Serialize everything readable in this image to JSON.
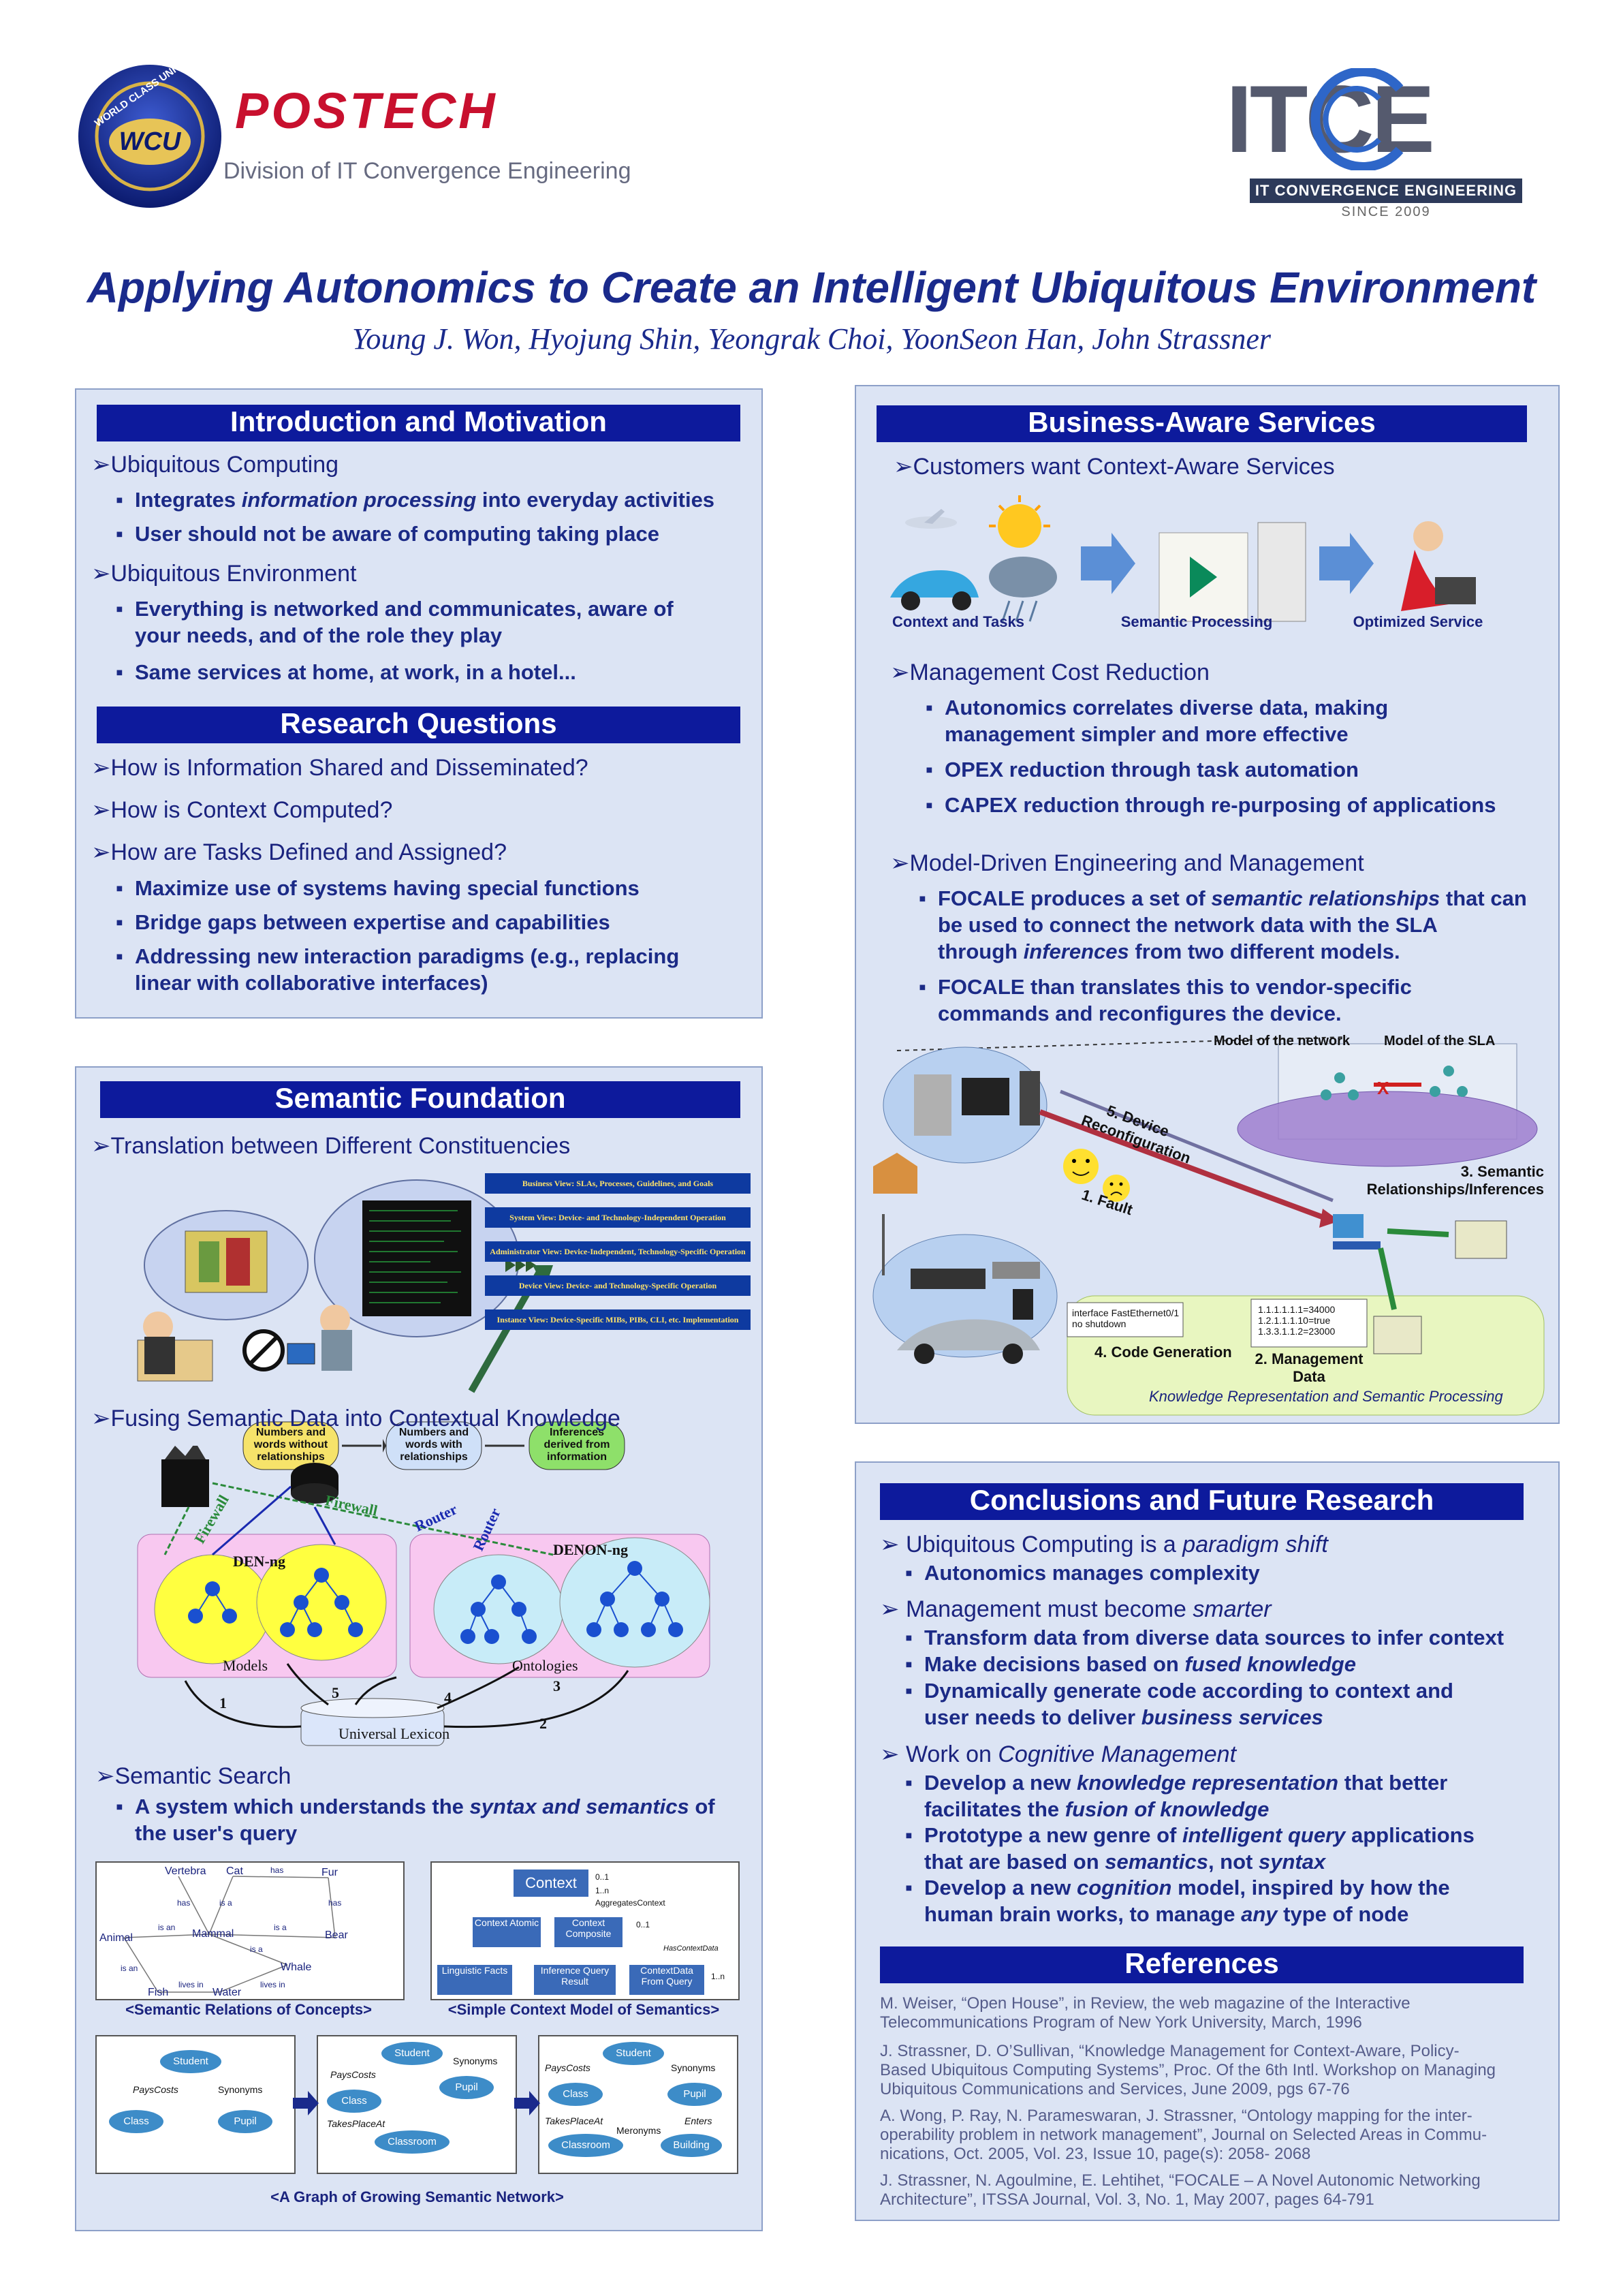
{
  "header": {
    "wcu_ring_text": "WORLD CLASS UNIVERSITY",
    "wcu_badge": "WCU",
    "postech": "POSTECH",
    "division": "Division of IT Convergence Engineering",
    "itce_logo": "ITCE",
    "itce_banner": "IT CONVERGENCE ENGINEERING",
    "itce_since": "SINCE 2009",
    "title": "Applying Autonomics to Create an Intelligent Ubiquitous Environment",
    "authors": "Young J. Won, Hyojung Shin, Yeongrak Choi, YoonSeon Han, John Strassner"
  },
  "intro": {
    "heading": "Introduction and Motivation",
    "h_ubiq": "Ubiquitous Computing",
    "b1_pre": "Integrates ",
    "b1_em": "information processing",
    "b1_post": " into everyday activities",
    "b2": "User should not be aware of computing taking place",
    "h_env": "Ubiquitous Environment",
    "b3a": "Everything is networked and communicates, aware of",
    "b3b": "your needs, and of the role they play",
    "b4": "Same services at home, at work, in a hotel..."
  },
  "research": {
    "heading": "Research Questions",
    "q1": "How is Information Shared and Disseminated?",
    "q2": "How is Context Computed?",
    "q3": "How are Tasks Defined and Assigned?",
    "b1": "Maximize use of systems having special functions",
    "b2": "Bridge gaps between expertise and capabilities",
    "b3a": "Addressing new interaction paradigms (e.g., replacing",
    "b3b": "linear with collaborative interfaces)"
  },
  "semantic": {
    "heading": "Semantic Foundation",
    "h_trans": "Translation between Different Constituencies",
    "views": [
      "Business View:  SLAs, Processes, Guidelines, and Goals",
      "System View:  Device- and Technology-Independent Operation",
      "Administrator View:  Device-Independent, Technology-Specific Operation",
      "Device View:  Device- and Technology-Specific Operation",
      "Instance View:  Device-Specific MIBs, PIBs, CLI, etc. Implementation"
    ],
    "pill1": "Numbers and words without relationships",
    "pill2": "Numbers and words with relationships",
    "pill3": "Inferences derived from information",
    "h_fuse": "Fusing Semantic Data into Contextual Knowledge",
    "den": "DEN-ng",
    "denon": "DENON-ng",
    "models": "Models",
    "ontologies": "Ontologies",
    "lexicon": "Universal Lexicon",
    "firewall_a": "Firewall",
    "firewall_b": "Firewall",
    "router_a": "Router",
    "router_b": "Router",
    "nums": [
      "1",
      "2",
      "3",
      "4",
      "5"
    ],
    "h_search": "Semantic Search",
    "search_pre": "A system which understands the ",
    "search_em": "syntax and semantics",
    "search_post": " of",
    "search_line2": "the user's query",
    "concepts_caption": "<Semantic Relations of Concepts>",
    "concepts": [
      "Vertebra",
      "Cat",
      "Fur",
      "Animal",
      "Mammal",
      "Bear",
      "Whale",
      "Fish",
      "Water"
    ],
    "concept_edges": [
      "has",
      "has",
      "is a",
      "has",
      "is an",
      "is a",
      "is a",
      "is an",
      "lives in",
      "lives in"
    ],
    "context_caption": "<Simple Context Model of Semantics>",
    "context_nodes": [
      "Context",
      "Context Atomic",
      "Context Composite",
      "Linguistic Facts",
      "Inference Query Result",
      "ContextData From Query"
    ],
    "context_labels": [
      "0..1",
      "1..n",
      "AggregatesContext",
      "0..1",
      "HasContextData",
      "1..n"
    ],
    "graph_caption": "<A Graph of Growing Semantic Network>",
    "graph_nodes": [
      "Student",
      "Class",
      "Pupil",
      "Student",
      "Class",
      "Pupil",
      "Classroom",
      "Student",
      "Class",
      "Pupil",
      "Classroom",
      "Building"
    ],
    "graph_edges": [
      "PaysCosts",
      "Synonyms",
      "PaysCosts",
      "Synonyms",
      "TakesPlaceAt",
      "PaysCosts",
      "Synonyms",
      "TakesPlaceAt",
      "Enters",
      "Meronyms"
    ]
  },
  "business": {
    "heading": "Business-Aware Services",
    "h_cust": "Customers want Context-Aware Services",
    "cap1": "Context and Tasks",
    "cap2": "Semantic Processing",
    "cap3": "Optimized Service",
    "h_cost": "Management Cost Reduction",
    "c1a": "Autonomics correlates diverse data, making",
    "c1b": "management simpler and more effective",
    "c2": "OPEX reduction through task automation",
    "c3": "CAPEX reduction through re-purposing of applications",
    "h_mde": "Model-Driven Engineering and Management",
    "m1a_pre": "FOCALE produces a set of ",
    "m1a_em": "semantic relationships",
    "m1a_post": " that can",
    "m1b": "be used to connect the network data with the SLA",
    "m1c_pre": "through ",
    "m1c_em": "inferences",
    "m1c_post": " from two different models.",
    "m2a": "FOCALE than translates this to vendor-specific",
    "m2b": "commands and reconfigures the device.",
    "d_model_net": "Model of the network",
    "d_model_sla": "Model of the SLA",
    "d_reconf_a": "5. Device",
    "d_reconf_b": "Reconfiguration",
    "d_sem_a": "3. Semantic",
    "d_sem_b": "Relationships/Inferences",
    "d_fault": "1. Fault",
    "d_code": "4. Code Generation",
    "d_mgmt_a": "2. Management",
    "d_mgmt_b": "Data",
    "d_krsp": "Knowledge Representation and Semantic Processing",
    "d_cli1": "interface FastEthernet0/1",
    "d_cli2": "no shutdown",
    "d_snmp1": "1.1.1.1.1.1=34000",
    "d_snmp2": "1.2.1.1.1.10=true",
    "d_snmp3": "1.3.3.1.1.2=23000",
    "d_x": "X"
  },
  "conclusions": {
    "heading": "Conclusions and Future Research",
    "h1_pre": "Ubiquitous Computing is a ",
    "h1_em": "paradigm shift",
    "h1_b1": "Autonomics manages complexity",
    "h2_pre": "Management must become ",
    "h2_em": "smarter",
    "h2_b1": "Transform data from diverse data sources to infer context",
    "h2_b2_pre": "Make decisions based on ",
    "h2_b2_em": "fused knowledge",
    "h2_b3a": "Dynamically generate code according to context and",
    "h2_b3b_pre": "user needs to deliver ",
    "h2_b3b_em": "business services",
    "h3_pre": "Work on ",
    "h3_em": "Cognitive Management",
    "h3_b1a_pre": "Develop a new ",
    "h3_b1a_em": "knowledge representation",
    "h3_b1a_post": " that better",
    "h3_b1b_pre": "facilitates the ",
    "h3_b1b_em": "fusion of knowledge",
    "h3_b2a_pre": "Prototype a new genre of ",
    "h3_b2a_em": "intelligent query",
    "h3_b2a_post": " applications",
    "h3_b2b_pre": "that are based on ",
    "h3_b2b_em": "semantics",
    "h3_b2b_post": ", not ",
    "h3_b2b_em2": "syntax",
    "h3_b3a_pre": "Develop a new ",
    "h3_b3a_em": "cognition",
    "h3_b3a_post": " model, inspired by how the",
    "h3_b3b_pre": "human brain works, to manage ",
    "h3_b3b_em": "any",
    "h3_b3b_post": " type of node"
  },
  "references": {
    "heading": "References",
    "r1a": "M. Weiser, “Open House”, in Review, the web magazine of the Interactive",
    "r1b": "Telecommunications Program of New York University, March, 1996",
    "r2a": "J. Strassner, D. O’Sullivan, “Knowledge Management for Context-Aware, Policy-",
    "r2b": "Based Ubiquitous Computing Systems”, Proc. Of the 6th Intl. Workshop on Managing",
    "r2c": "Ubiquitous Communications and Services, June 2009, pgs 67-76",
    "r3a": "A. Wong, P. Ray, N. Parameswaran, J. Strassner, “Ontology mapping for the inter-",
    "r3b": "operability problem in network management”, Journal on Selected Areas in Commu-",
    "r3c": "nications, Oct. 2005, Vol. 23, Issue 10, page(s): 2058- 2068",
    "r4a": "J. Strassner, N. Agoulmine, E. Lehtihet, “FOCALE – A Novel Autonomic Networking",
    "r4b": "Architecture”, ITSSA Journal, Vol. 3, No. 1, May 2007, pages 64-791"
  },
  "colors": {
    "heading_bg": "#0d1a9c",
    "panel_bg": "#dce4f4",
    "title": "#1a2a8c",
    "postech_red": "#c8102e"
  }
}
